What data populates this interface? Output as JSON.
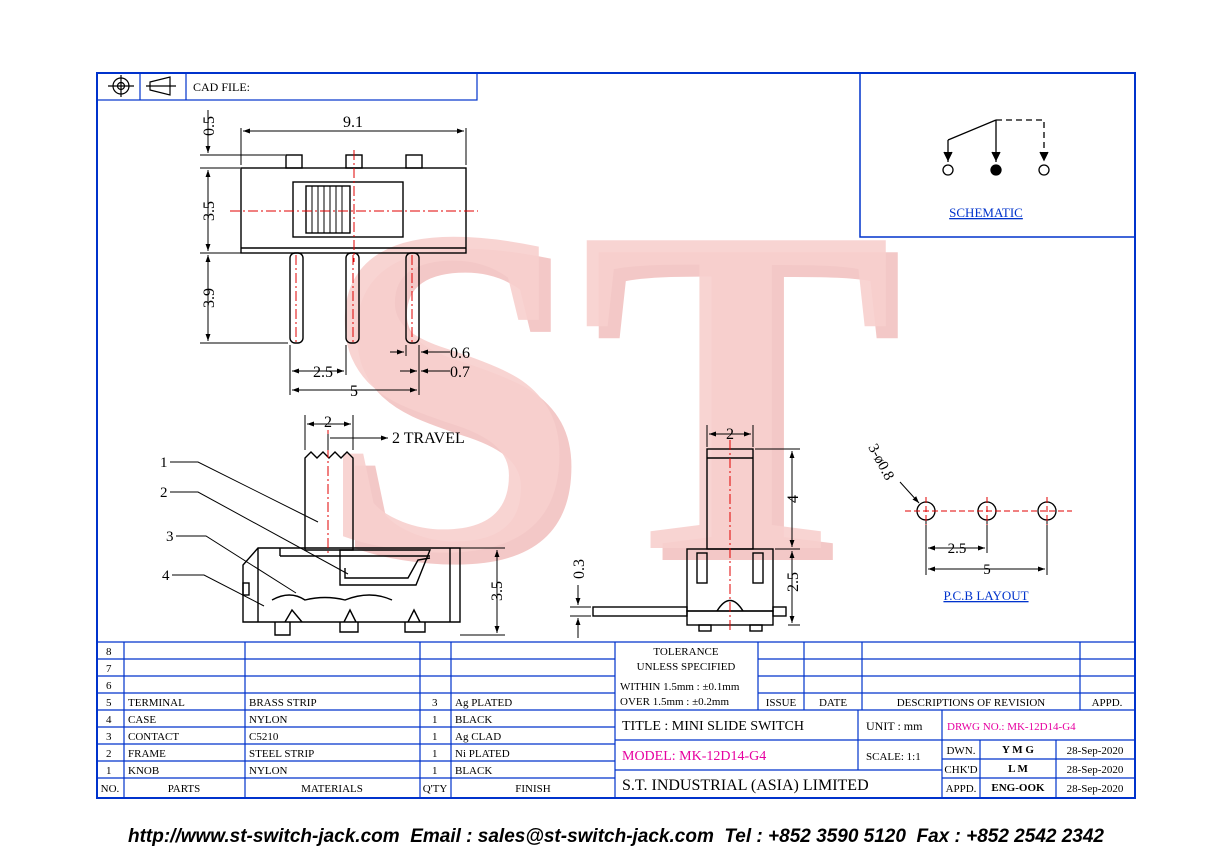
{
  "header": {
    "cad_file": "CAD FILE:"
  },
  "schematic": {
    "label": "SCHEMATIC"
  },
  "watermark": {
    "text": "ST",
    "color": "#f2a9a6"
  },
  "colors": {
    "border": "#0033cc",
    "line": "#000000",
    "center": "#e00000",
    "magenta": "#e600a0"
  },
  "top_view": {
    "dims": {
      "top_offset": "0.5",
      "width": "9.1",
      "body_height": "3.5",
      "pin_length": "3.9",
      "pin_pitch": "2.5",
      "pin_span": "5",
      "pin_width": "0.6",
      "pin_gap": "0.7"
    }
  },
  "side_view": {
    "dims": {
      "knob_width": "2",
      "travel": "2  TRAVEL",
      "body_height": "3.5"
    },
    "callouts": [
      "1",
      "2",
      "3",
      "4"
    ]
  },
  "end_view": {
    "dims": {
      "knob_width": "2",
      "knob_height": "4",
      "body_height": "2.5",
      "pin_thickness": "0.3"
    }
  },
  "pcb": {
    "holes": "3-ø0.8",
    "pitch": "2.5",
    "span": "5",
    "label": "P.C.B  LAYOUT"
  },
  "bom": {
    "headers": {
      "no": "NO.",
      "parts": "PARTS",
      "materials": "MATERIALS",
      "qty": "Q'TY",
      "finish": "FINISH"
    },
    "rows": [
      {
        "no": "8",
        "part": "",
        "material": "",
        "qty": "",
        "finish": ""
      },
      {
        "no": "7",
        "part": "",
        "material": "",
        "qty": "",
        "finish": ""
      },
      {
        "no": "6",
        "part": "",
        "material": "",
        "qty": "",
        "finish": ""
      },
      {
        "no": "5",
        "part": "TERMINAL",
        "material": "BRASS STRIP",
        "qty": "3",
        "finish": "Ag PLATED"
      },
      {
        "no": "4",
        "part": "CASE",
        "material": "NYLON",
        "qty": "1",
        "finish": "BLACK"
      },
      {
        "no": "3",
        "part": "CONTACT",
        "material": "C5210",
        "qty": "1",
        "finish": "Ag CLAD"
      },
      {
        "no": "2",
        "part": "FRAME",
        "material": "STEEL STRIP",
        "qty": "1",
        "finish": "Ni PLATED"
      },
      {
        "no": "1",
        "part": "KNOB",
        "material": "NYLON",
        "qty": "1",
        "finish": "BLACK"
      }
    ]
  },
  "tolerance": {
    "line1": "TOLERANCE",
    "line2": "UNLESS    SPECIFIED",
    "within": "WITHIN  1.5mm : ±0.1mm",
    "over": "OVER    1.5mm : ±0.2mm"
  },
  "revision": {
    "issue": "ISSUE",
    "date": "DATE",
    "description": "DESCRIPTIONS  OF  REVISION",
    "appd": "APPD."
  },
  "title_block": {
    "title": "TITLE : MINI SLIDE SWITCH",
    "unit": "UNIT :   mm",
    "drwg_no": "DRWG NO.: MK-12D14-G4",
    "model": "MODEL: MK-12D14-G4",
    "scale": "SCALE:   1:1",
    "company": "S.T.  INDUSTRIAL  (ASIA)  LIMITED",
    "signoff": [
      {
        "role": "DWN.",
        "name": "Y M G",
        "date": "28-Sep-2020"
      },
      {
        "role": "CHK'D",
        "name": "L M",
        "date": "28-Sep-2020"
      },
      {
        "role": "APPD.",
        "name": "ENG-OOK",
        "date": "28-Sep-2020"
      }
    ]
  },
  "footer": {
    "text": "http://www.st-switch-jack.com  Email : sales@st-switch-jack.com  Tel : +852 3590 5120  Fax : +852 2542 2342"
  }
}
